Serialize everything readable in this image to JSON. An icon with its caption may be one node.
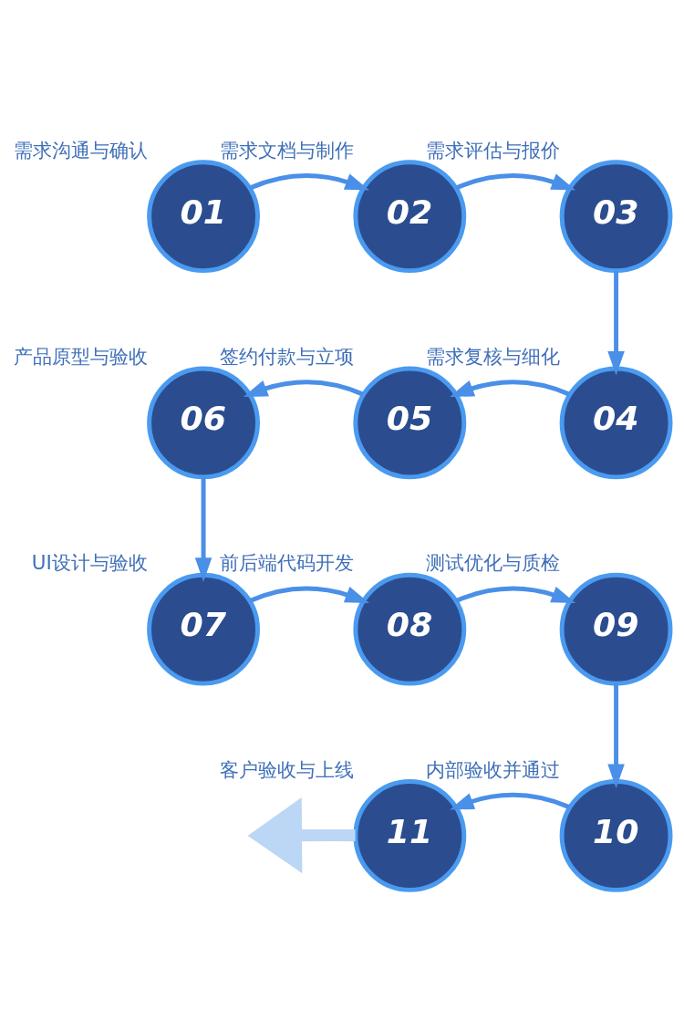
{
  "diagram": {
    "nodes": [
      {
        "text": [
          "01"
        ],
        "beside": [
          "需求沟通与确认"
        ]
      },
      {
        "text": [
          "02"
        ],
        "beside": [
          "需求文档与制作"
        ]
      },
      {
        "text": [
          "03"
        ],
        "beside": [
          "需求评估与报价"
        ]
      },
      {
        "text": [
          "04"
        ],
        "beside": [
          "需求复核与细化"
        ]
      },
      {
        "text": [
          "05"
        ],
        "beside": [
          "签约付款与立项"
        ]
      },
      {
        "text": [
          "06"
        ],
        "beside": [
          "产品原型与验收"
        ]
      },
      {
        "text": [
          "07"
        ],
        "beside": [
          "UI设计与验收"
        ]
      },
      {
        "text": [
          "08"
        ],
        "beside": [
          "前后端代码开发"
        ]
      },
      {
        "text": [
          "09"
        ],
        "beside": [
          "测试优化与质检"
        ]
      },
      {
        "text": [
          "10"
        ],
        "beside": [
          "内部验收并通过"
        ]
      },
      {
        "text": [
          "11"
        ],
        "beside": [
          "客户验收与上线"
        ]
      }
    ],
    "edges": [
      {
        "from": 0,
        "to": 1,
        "arrow": "to"
      },
      {
        "from": 1,
        "to": 2,
        "arrow": "to"
      },
      {
        "from": 2,
        "to": 3,
        "arrow": "to"
      },
      {
        "from": 3,
        "to": 4,
        "arrow": "to"
      },
      {
        "from": 4,
        "to": 5,
        "arrow": "to"
      },
      {
        "from": 5,
        "to": 6,
        "arrow": "to"
      },
      {
        "from": 6,
        "to": 7,
        "arrow": "to"
      },
      {
        "from": 7,
        "to": 8,
        "arrow": "to"
      },
      {
        "from": 8,
        "to": 9,
        "arrow": "to"
      },
      {
        "from": 9,
        "to": 10,
        "arrow": "to"
      },
      {
        "from": 10,
        "to": null,
        "arrow": "to",
        "style": "thick",
        "color": "#bcd6f5"
      }
    ]
  }
}
